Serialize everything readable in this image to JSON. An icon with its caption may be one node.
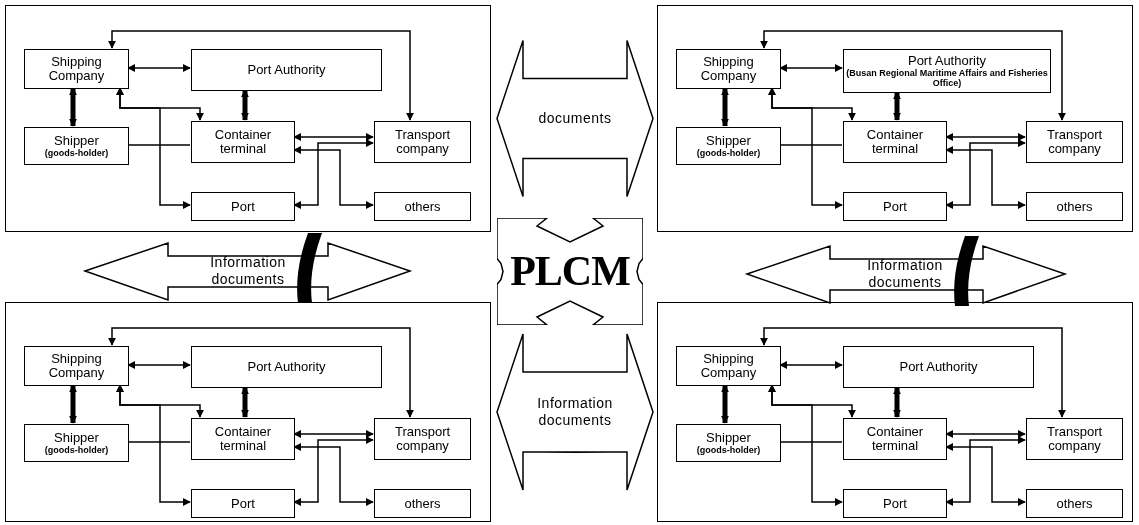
{
  "diagram": {
    "nodes": [
      {
        "text": [],
        "shape": "box"
      },
      {
        "text": [
          "Shipping Company"
        ],
        "in": 0
      },
      {
        "text": [
          "Port Authority"
        ],
        "in": 0
      },
      {
        "text": [
          "Shipper",
          "(goods-holder)"
        ],
        "in": 0
      },
      {
        "text": [
          "Container terminal"
        ],
        "in": 0
      },
      {
        "text": [
          "Transport company"
        ],
        "in": 0
      },
      {
        "text": [
          "Port"
        ],
        "in": 0
      },
      {
        "text": [
          "others"
        ],
        "in": 0
      },
      {
        "text": [],
        "shape": "box"
      },
      {
        "text": [
          "Shipping Company"
        ],
        "in": 8
      },
      {
        "text": [
          "Port Authority",
          "(Busan Regional Maritime Affairs and Fisheries Office)"
        ],
        "in": 8
      },
      {
        "text": [
          "Shipper",
          "(goods-holder)"
        ],
        "in": 8
      },
      {
        "text": [
          "Container terminal"
        ],
        "in": 8
      },
      {
        "text": [
          "Transport company"
        ],
        "in": 8
      },
      {
        "text": [
          "Port"
        ],
        "in": 8
      },
      {
        "text": [
          "others"
        ],
        "in": 8
      },
      {
        "text": [
          "PLCM"
        ]
      },
      {
        "text": [],
        "shape": "box"
      },
      {
        "text": [
          "Shipping Company"
        ],
        "in": 17
      },
      {
        "text": [
          "Port Authority"
        ],
        "in": 17
      },
      {
        "text": [
          "Shipper",
          "(goods-holder)"
        ],
        "in": 17
      },
      {
        "text": [
          "Container terminal"
        ],
        "in": 17
      },
      {
        "text": [
          "Transport company"
        ],
        "in": 17
      },
      {
        "text": [
          "Port"
        ],
        "in": 17
      },
      {
        "text": [
          "others"
        ],
        "in": 17
      },
      {
        "text": [],
        "shape": "box"
      },
      {
        "text": [
          "Shipping Company"
        ],
        "in": 25
      },
      {
        "text": [
          "Port Authority"
        ],
        "in": 25
      },
      {
        "text": [
          "Shipper",
          "(goods-holder)"
        ],
        "in": 25
      },
      {
        "text": [
          "Container terminal"
        ],
        "in": 25
      },
      {
        "text": [
          "Transport company"
        ],
        "in": 25
      },
      {
        "text": [
          "Port"
        ],
        "in": 25
      },
      {
        "text": [
          "others"
        ],
        "in": 25
      }
    ],
    "edges": [
      {
        "from": 1,
        "to": 5,
        "arrow": "both"
      },
      {
        "from": 1,
        "to": 2,
        "arrow": "both"
      },
      {
        "from": 1,
        "to": 3,
        "arrow": "both",
        "style": "thick"
      },
      {
        "from": 2,
        "to": 4,
        "arrow": "both",
        "style": "thick"
      },
      {
        "from": 1,
        "to": 4,
        "arrow": "both"
      },
      {
        "from": 1,
        "to": 6,
        "arrow": "both"
      },
      {
        "from": 3,
        "to": 4,
        "arrow": "none"
      },
      {
        "from": 4,
        "to": 5,
        "arrow": "both"
      },
      {
        "from": 6,
        "to": 5,
        "arrow": "both"
      },
      {
        "from": 4,
        "to": 7,
        "arrow": "both"
      },
      {
        "from": 9,
        "to": 13,
        "arrow": "both"
      },
      {
        "from": 9,
        "to": 10,
        "arrow": "both"
      },
      {
        "from": 9,
        "to": 11,
        "arrow": "both",
        "style": "thick"
      },
      {
        "from": 10,
        "to": 12,
        "arrow": "both",
        "style": "thick"
      },
      {
        "from": 9,
        "to": 12,
        "arrow": "both"
      },
      {
        "from": 9,
        "to": 14,
        "arrow": "both"
      },
      {
        "from": 11,
        "to": 12,
        "arrow": "none"
      },
      {
        "from": 12,
        "to": 13,
        "arrow": "both"
      },
      {
        "from": 14,
        "to": 13,
        "arrow": "both"
      },
      {
        "from": 12,
        "to": 15,
        "arrow": "both"
      },
      {
        "from": 18,
        "to": 22,
        "arrow": "both"
      },
      {
        "from": 18,
        "to": 19,
        "arrow": "both"
      },
      {
        "from": 18,
        "to": 20,
        "arrow": "both",
        "style": "thick"
      },
      {
        "from": 19,
        "to": 21,
        "arrow": "both",
        "style": "thick"
      },
      {
        "from": 18,
        "to": 21,
        "arrow": "both"
      },
      {
        "from": 18,
        "to": 23,
        "arrow": "both"
      },
      {
        "from": 20,
        "to": 21,
        "arrow": "none"
      },
      {
        "from": 21,
        "to": 22,
        "arrow": "both"
      },
      {
        "from": 23,
        "to": 22,
        "arrow": "both"
      },
      {
        "from": 21,
        "to": 24,
        "arrow": "both"
      },
      {
        "from": 26,
        "to": 30,
        "arrow": "both"
      },
      {
        "from": 26,
        "to": 27,
        "arrow": "both"
      },
      {
        "from": 26,
        "to": 28,
        "arrow": "both",
        "style": "thick"
      },
      {
        "from": 27,
        "to": 29,
        "arrow": "both",
        "style": "thick"
      },
      {
        "from": 26,
        "to": 29,
        "arrow": "both"
      },
      {
        "from": 26,
        "to": 31,
        "arrow": "both"
      },
      {
        "from": 28,
        "to": 29,
        "arrow": "none"
      },
      {
        "from": 29,
        "to": 30,
        "arrow": "both"
      },
      {
        "from": 31,
        "to": 30,
        "arrow": "both"
      },
      {
        "from": 29,
        "to": 32,
        "arrow": "both"
      },
      {
        "from": 0,
        "to": 8,
        "arrow": "both",
        "label": "documents"
      },
      {
        "from": 17,
        "to": 25,
        "arrow": "both",
        "label": "Information documents"
      }
    ],
    "labels": [
      "Information documents",
      "Information documents"
    ]
  }
}
